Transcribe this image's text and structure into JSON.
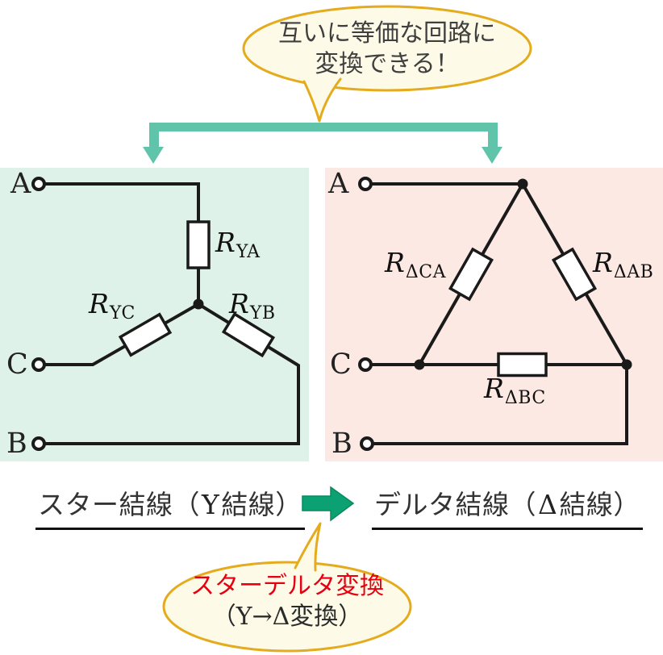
{
  "top_bubble": {
    "line1": "互いに等価な回路に",
    "line2": "変換できる！"
  },
  "panels": {
    "star": {
      "terminal_a": "A",
      "terminal_c": "C",
      "terminal_b": "B",
      "resistor_a": {
        "sym": "R",
        "sub": "YA"
      },
      "resistor_c": {
        "sym": "R",
        "sub": "YC"
      },
      "resistor_b": {
        "sym": "R",
        "sub": "YB"
      }
    },
    "delta": {
      "terminal_a": "A",
      "terminal_c": "C",
      "terminal_b": "B",
      "resistor_ca": {
        "sym": "R",
        "sub": "ΔCA"
      },
      "resistor_ab": {
        "sym": "R",
        "sub": "ΔAB"
      },
      "resistor_bc": {
        "sym": "R",
        "sub": "ΔBC"
      }
    }
  },
  "captions": {
    "star": {
      "pre": "スター結線（",
      "sym": "Y",
      "post": "結線）"
    },
    "delta": {
      "pre": "デルタ結線（",
      "sym": "Δ",
      "post": "結線）"
    }
  },
  "bottom_bubble": {
    "line1": "スターデルタ変換",
    "line2_pre": "（",
    "line2_sym": "Y→Δ",
    "line2_post": "変換）"
  },
  "colors": {
    "teal_arrow": "#5FC4A9",
    "green_arrow": "#0BA173",
    "bubble_fill": "#FDFBE7",
    "bubble_border": "#E5AB1E",
    "star_panel_bg": "#DFF2EA",
    "delta_panel_bg": "#FCE9E3",
    "highlight_red": "#E60012",
    "ink": "#1A1A1A",
    "text": "#333333"
  }
}
